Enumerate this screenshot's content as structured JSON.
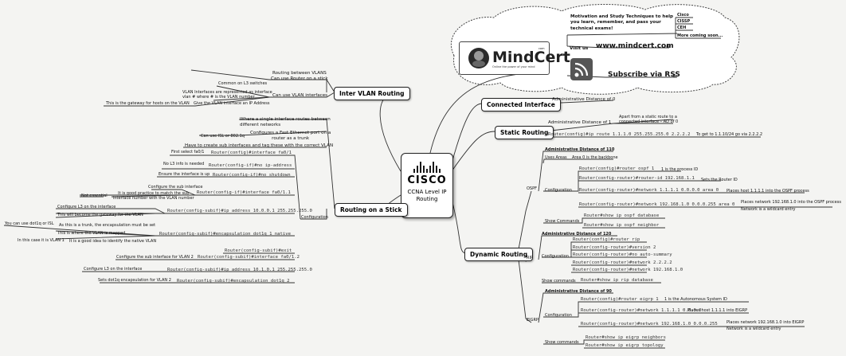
{
  "center": {
    "logo_text": "CISCO",
    "title": "CCNA Level IP\nRouting"
  },
  "mindcert": {
    "motivation": "Motivation and Study Techniques to help\nyou learn, remember, and pass your\ntechnical exams!",
    "certs": [
      "Cisco",
      "CISSP",
      "CEH",
      "More coming soon..."
    ],
    "logo_text": "MindCert",
    "logo_tm": "com",
    "tagline": "Online the power of your mind",
    "visit_label": "Visit us",
    "url": "www.mindcert.com",
    "rss_label": "Subscribe via RSS"
  },
  "topics": {
    "inter_vlan": "Inter VLAN Routing",
    "stick": "Routing on a Stick",
    "connected": "Connected Interface",
    "static": "Static Routing",
    "dynamic": "Dynamic Routing"
  },
  "inter_vlan": {
    "routing_between": "Routing between VLANS",
    "can_use_router": "Can use Router on a stick",
    "can_use_vlan_if": "Can use VLAN interfaces",
    "common_l3": "Common on L3 switches",
    "vlan_if_represented": "VLAN Interfaces are represented as interface\nvlan # where # is the VLAN number",
    "give_ip": "Give the VLAN interface an IP Address",
    "gateway": "This is the gateway for hosts on the VLAN"
  },
  "stick": {
    "where_single": "Where a single interface routes between\ndifferent networks",
    "configures_fe": "Configures a Fast Ethernet port on a\nrouter as a trunk",
    "can_use_isl": "Can use ISL or 802.1q",
    "have_to_create": "Have to create sub interfaces and tag these with the correct VLAN",
    "configuration": "Configuration",
    "first_select": "First select fa0/1",
    "cmd_int_fa01": "Router(config)#interface fa0/1",
    "no_l3": "No L3 info is needed",
    "cmd_no_ip": "Router(config-if)#no ip-address",
    "ensure_up": "Ensure the interface is up",
    "cmd_no_shut": "Router(config-if)#no shutdown",
    "configure_sub": "Configure the sub interface",
    "good_practice": "It is good practice to match the sub\ninterface number with the VLAN number",
    "not_essential": "Not essential",
    "cmd_int_fa011": "Router(config-if)#interface fa0/1.1",
    "configure_l3": "Configure L3 on the interface",
    "become_gateway": "This will become the gateway for the VLAN",
    "cmd_ip_addr": "Router(config-subif)#ip address 10.0.0.1 255.255.255.0",
    "can_use_dot1q": "You can use dot1q or ISL",
    "trunk_encap": "As this is a trunk, the encapsulation must be set",
    "vlan_mapped": "This is where the VLAN is mapped",
    "vlan1": "In this case it is VLAN 1",
    "good_idea": "It is a good idea to identify the native VLAN",
    "cmd_encap_native": "Router(config-subif)#encapsulation dot1q 1 native",
    "cmd_exit": "Router(config-subif)#exit",
    "configure_sub2": "Configure the sub interface for VLAN 2",
    "cmd_int_fa012": "Router(config-subif)#interface fa0/1.2",
    "configure_l3_2": "Configure L3 on the interface",
    "cmd_ip_addr2": "Router(config-subif)#ip address 10.1.0.1 255.255.255.0",
    "sets_dot1q": "Sets dot1q encapsulation for VLAN 2",
    "cmd_encap2": "Router(config-subif)#encapsulation dot1q 2"
  },
  "connected": {
    "ad": "Administrative Distance of 0"
  },
  "static": {
    "ad": "Administrative Distance of 1",
    "apart": "Apart from a static route to a\nconnected interface – AD of 0",
    "cmd": "Router(config)#ip route 1.1.1.0 255.255.255.0 2.2.2.2",
    "to_get": "To get to 1.1.10/24 go via 2.2.2.2"
  },
  "ospf": {
    "label": "OSPF",
    "ad": "Administrative Distance of 110",
    "uses_areas": "Uses Areas",
    "area0": "Area 0 is the backbone",
    "configuration": "Configuration",
    "cmd_router": "Router(config)#router ospf 1",
    "process_id": "1 is the process ID",
    "cmd_rid": "Router(config-router)#router-id 192.168.1.1",
    "sets_rid": "Sets the Router ID",
    "cmd_net1": "Router(config-router)#network 1.1.1.1 0.0.0.0 area 0",
    "places_host": "Places host 1.1.1.1 into the OSPF process",
    "cmd_net2": "Router(config-router)#network 192.168.1.0 0.0.0.255 area 0",
    "places_net": "Places network 192.168.1.0 into the OSPF process",
    "wildcard": "Network is a wildcard entry",
    "show": "Show Commands",
    "cmd_show_db": "Router#show ip ospf database",
    "cmd_show_nb": "Router#show ip ospf neighbor"
  },
  "rip": {
    "label": "RIP",
    "ad": "Administrative Distance of 120",
    "configuration": "Configuration",
    "cmds": [
      "Router(config)#router rip",
      "Router(config-router)#version 2",
      "Router(config-router)#no auto-summary",
      "Router(config-router)#network 2.2.2.2",
      "Router(config-router)#network 192.168.1.0"
    ],
    "show": "Show commands",
    "cmd_show": "Router#show ip rip database"
  },
  "eigrp": {
    "label": "EIGRP",
    "ad": "Administrative Distance of 90",
    "configuration": "Configuration",
    "cmd_router": "Router(config)#router eigrp 1",
    "as_id": "1 is the Autonomous System ID",
    "cmd_net1": "Router(config-router)#network 1.1.1.1 0.0.0.0",
    "places_host": "Places host 1.1.1.1 into EIGRP",
    "cmd_net2": "Router(config-router)#network 192.168.1.0 0.0.0.255",
    "places_net": "Places network 192.168.1.0 into EIGRP",
    "wildcard": "Network is a wildcard entry",
    "show": "Show commands",
    "cmd_show_nb": "Router#show ip eigrp neighbors",
    "cmd_show_topo": "Router#show ip eigrp topology"
  },
  "colors": {
    "line": "#333333",
    "underline": "#555555",
    "cloud": "#ffffff"
  }
}
